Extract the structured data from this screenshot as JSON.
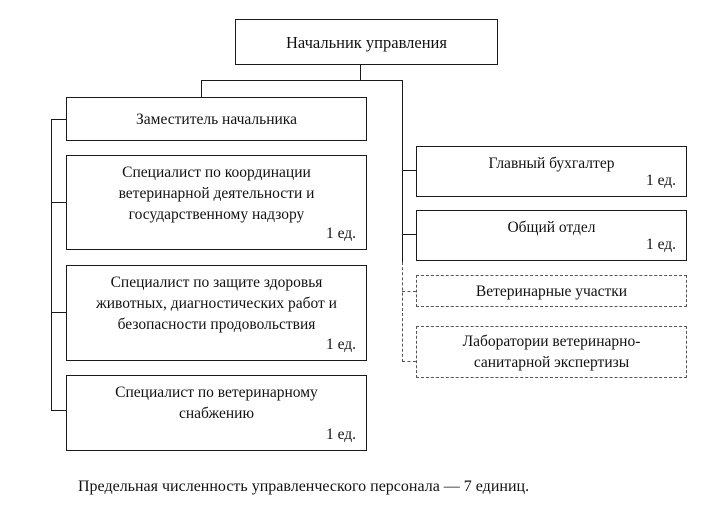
{
  "chart": {
    "head": "Начальник управления",
    "deputy": "Заместитель начальника",
    "left_units": [
      {
        "title": "Специалист по координации ветеринарной деятельности и государственному надзору",
        "count": "1 ед."
      },
      {
        "title": "Специалист по защите здоровья животных, диагностических работ и безопасности продовольствия",
        "count": "1 ед."
      },
      {
        "title": "Специалист по ветеринарному снабжению",
        "count": "1 ед."
      }
    ],
    "right_units": [
      {
        "title": "Главный бухгалтер",
        "count": "1 ед."
      },
      {
        "title": "Общий отдел",
        "count": "1 ед."
      }
    ],
    "subordinate_units": [
      {
        "title": "Ветеринарные участки"
      },
      {
        "title": "Лаборатории ветеринарно-санитарной экспертизы"
      }
    ]
  },
  "footnote": "Предельная численность управленческого персонала — 7 единиц."
}
